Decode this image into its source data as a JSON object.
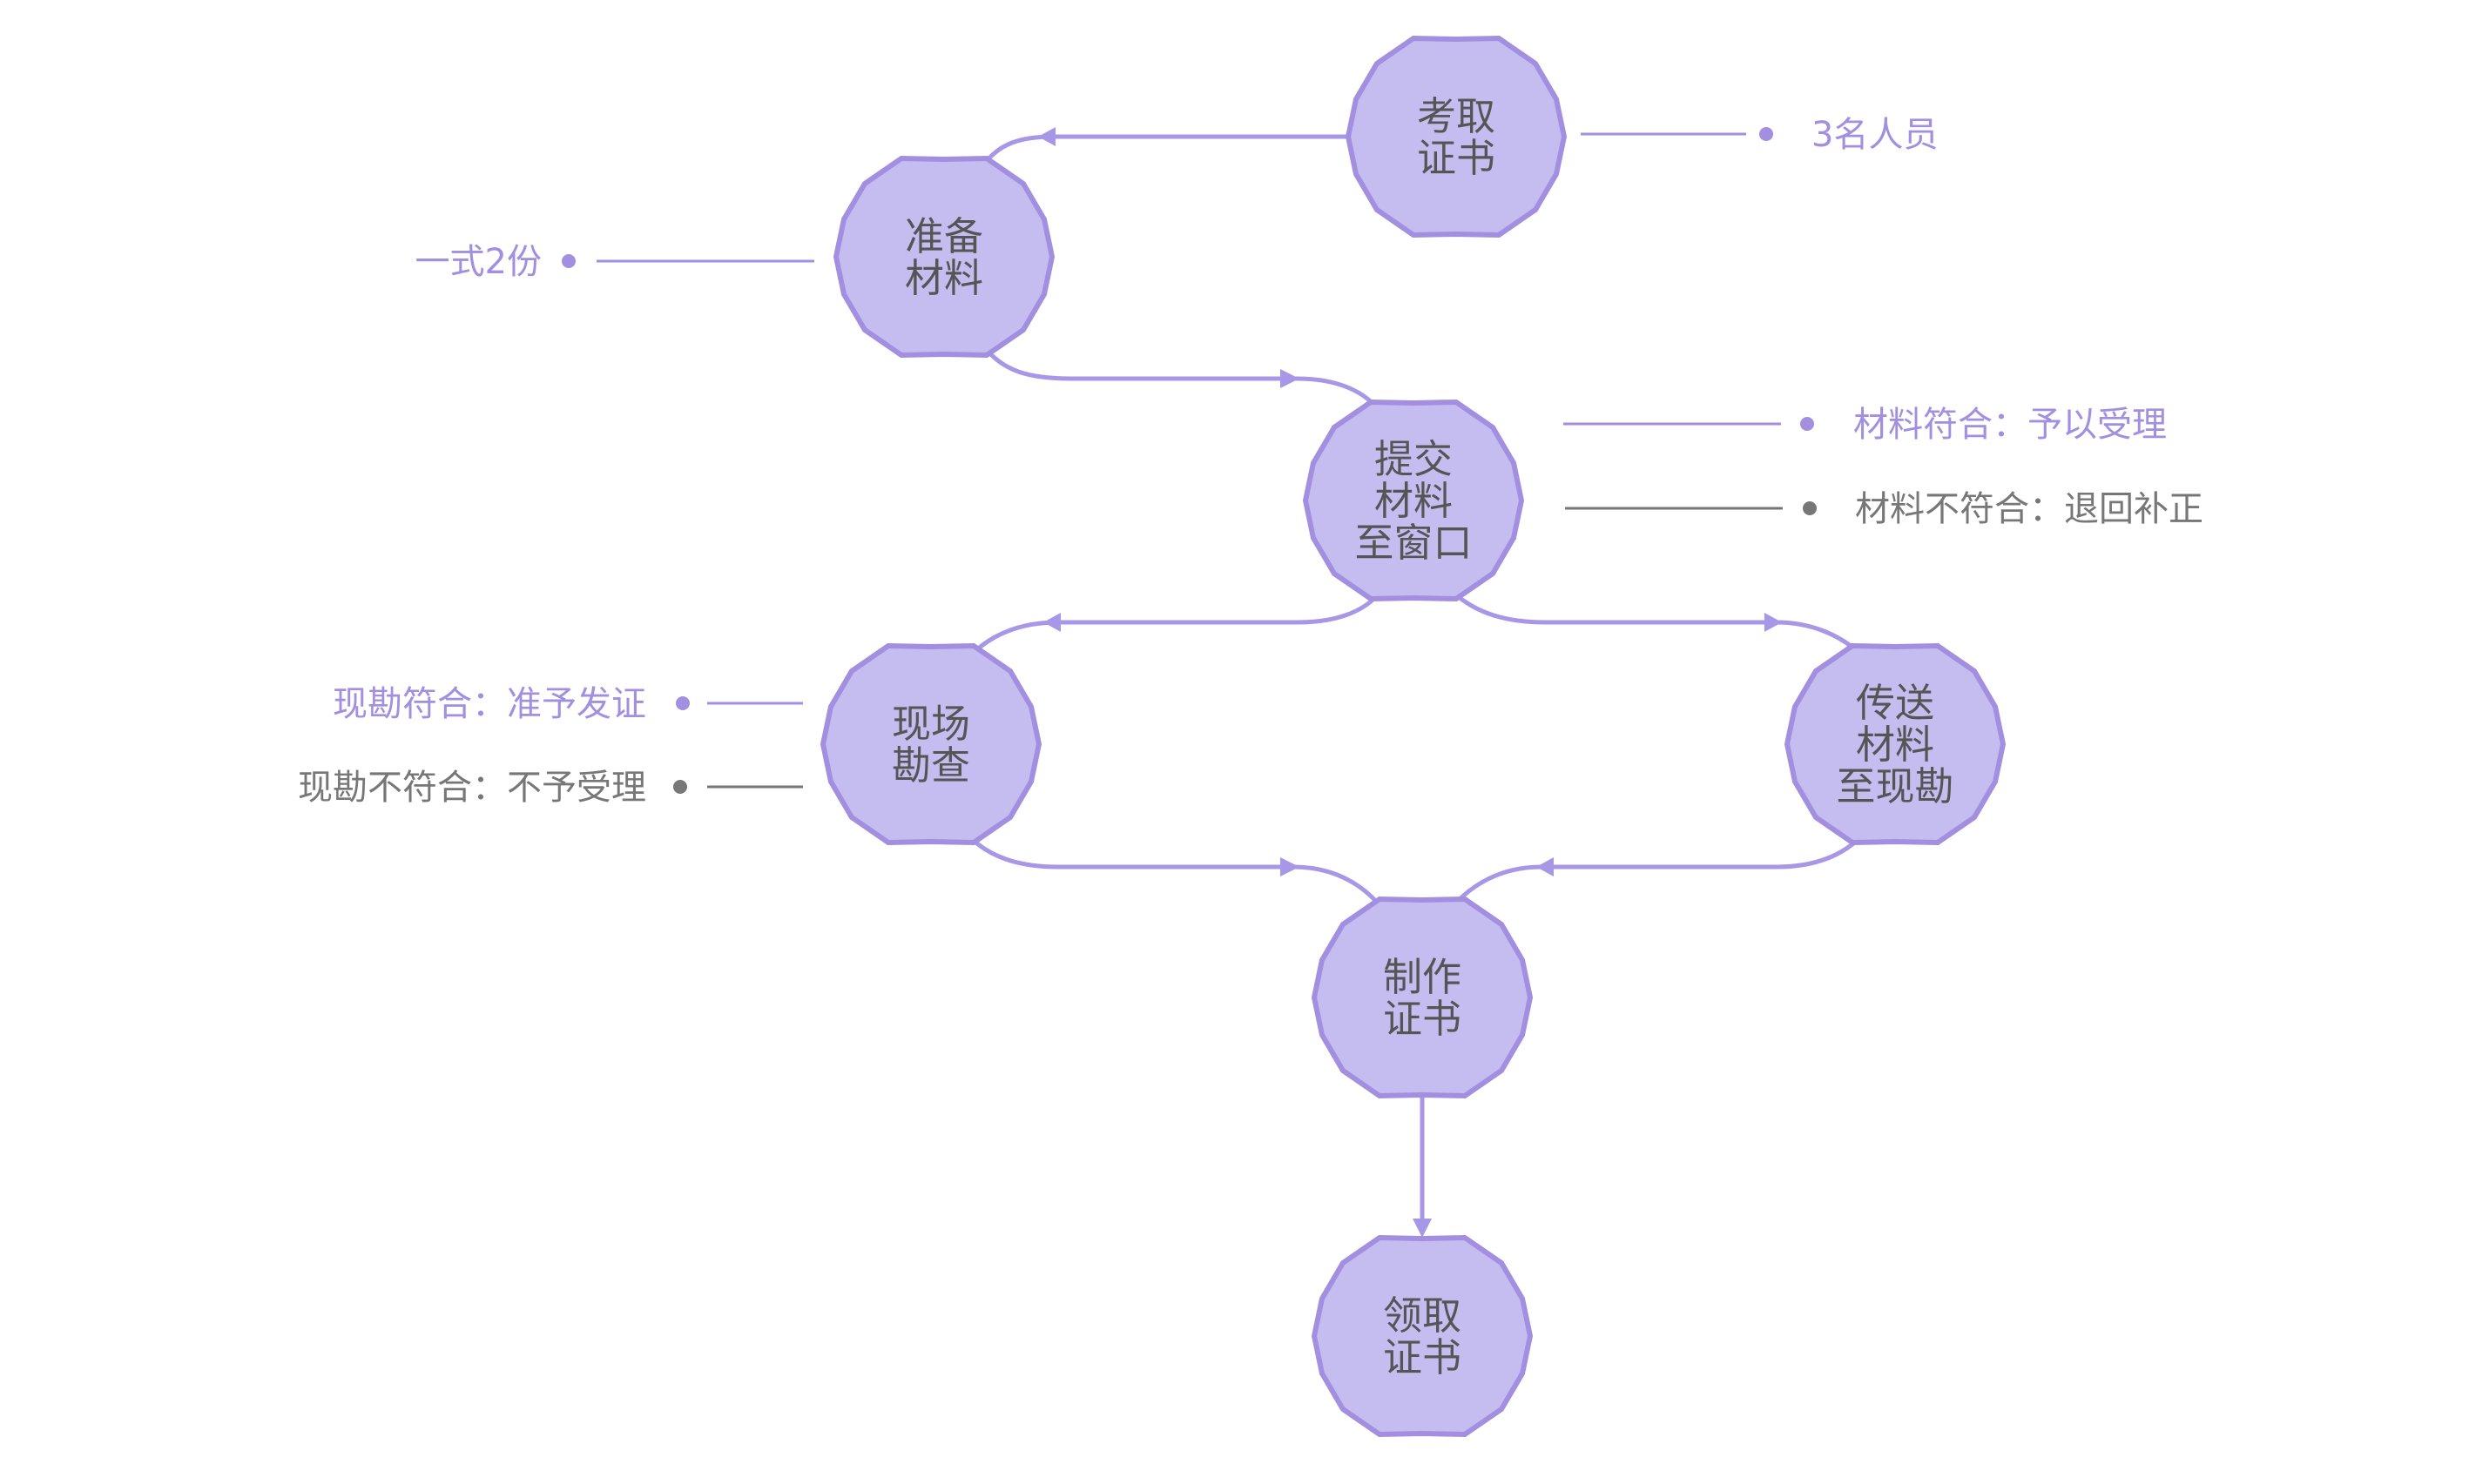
{
  "colors": {
    "node_fill": "#c5bdf0",
    "node_stroke": "#a28fe0",
    "edge": "#a897e6",
    "node_text": "#555555",
    "positive": "#a28fe0",
    "negative": "#777777"
  },
  "nodes": {
    "take_exam": {
      "lines": [
        "考取",
        "证书"
      ]
    },
    "prepare": {
      "lines": [
        "准备",
        "材料"
      ]
    },
    "submit": {
      "lines": [
        "提交",
        "材料",
        "至窗口"
      ]
    },
    "survey": {
      "lines": [
        "现场",
        "勘查"
      ]
    },
    "transfer": {
      "lines": [
        "传送",
        "材料",
        "至现勘"
      ]
    },
    "produce": {
      "lines": [
        "制作",
        "证书"
      ]
    },
    "collect": {
      "lines": [
        "领取",
        "证书"
      ]
    }
  },
  "annotations": {
    "take_exam": "3名人员",
    "prepare": "一式2份",
    "submit_ok": "材料符合：予以受理",
    "submit_bad": "材料不符合：退回补正",
    "survey_ok": "现勘符合：准予发证",
    "survey_bad": "现勘不符合：不予受理"
  }
}
